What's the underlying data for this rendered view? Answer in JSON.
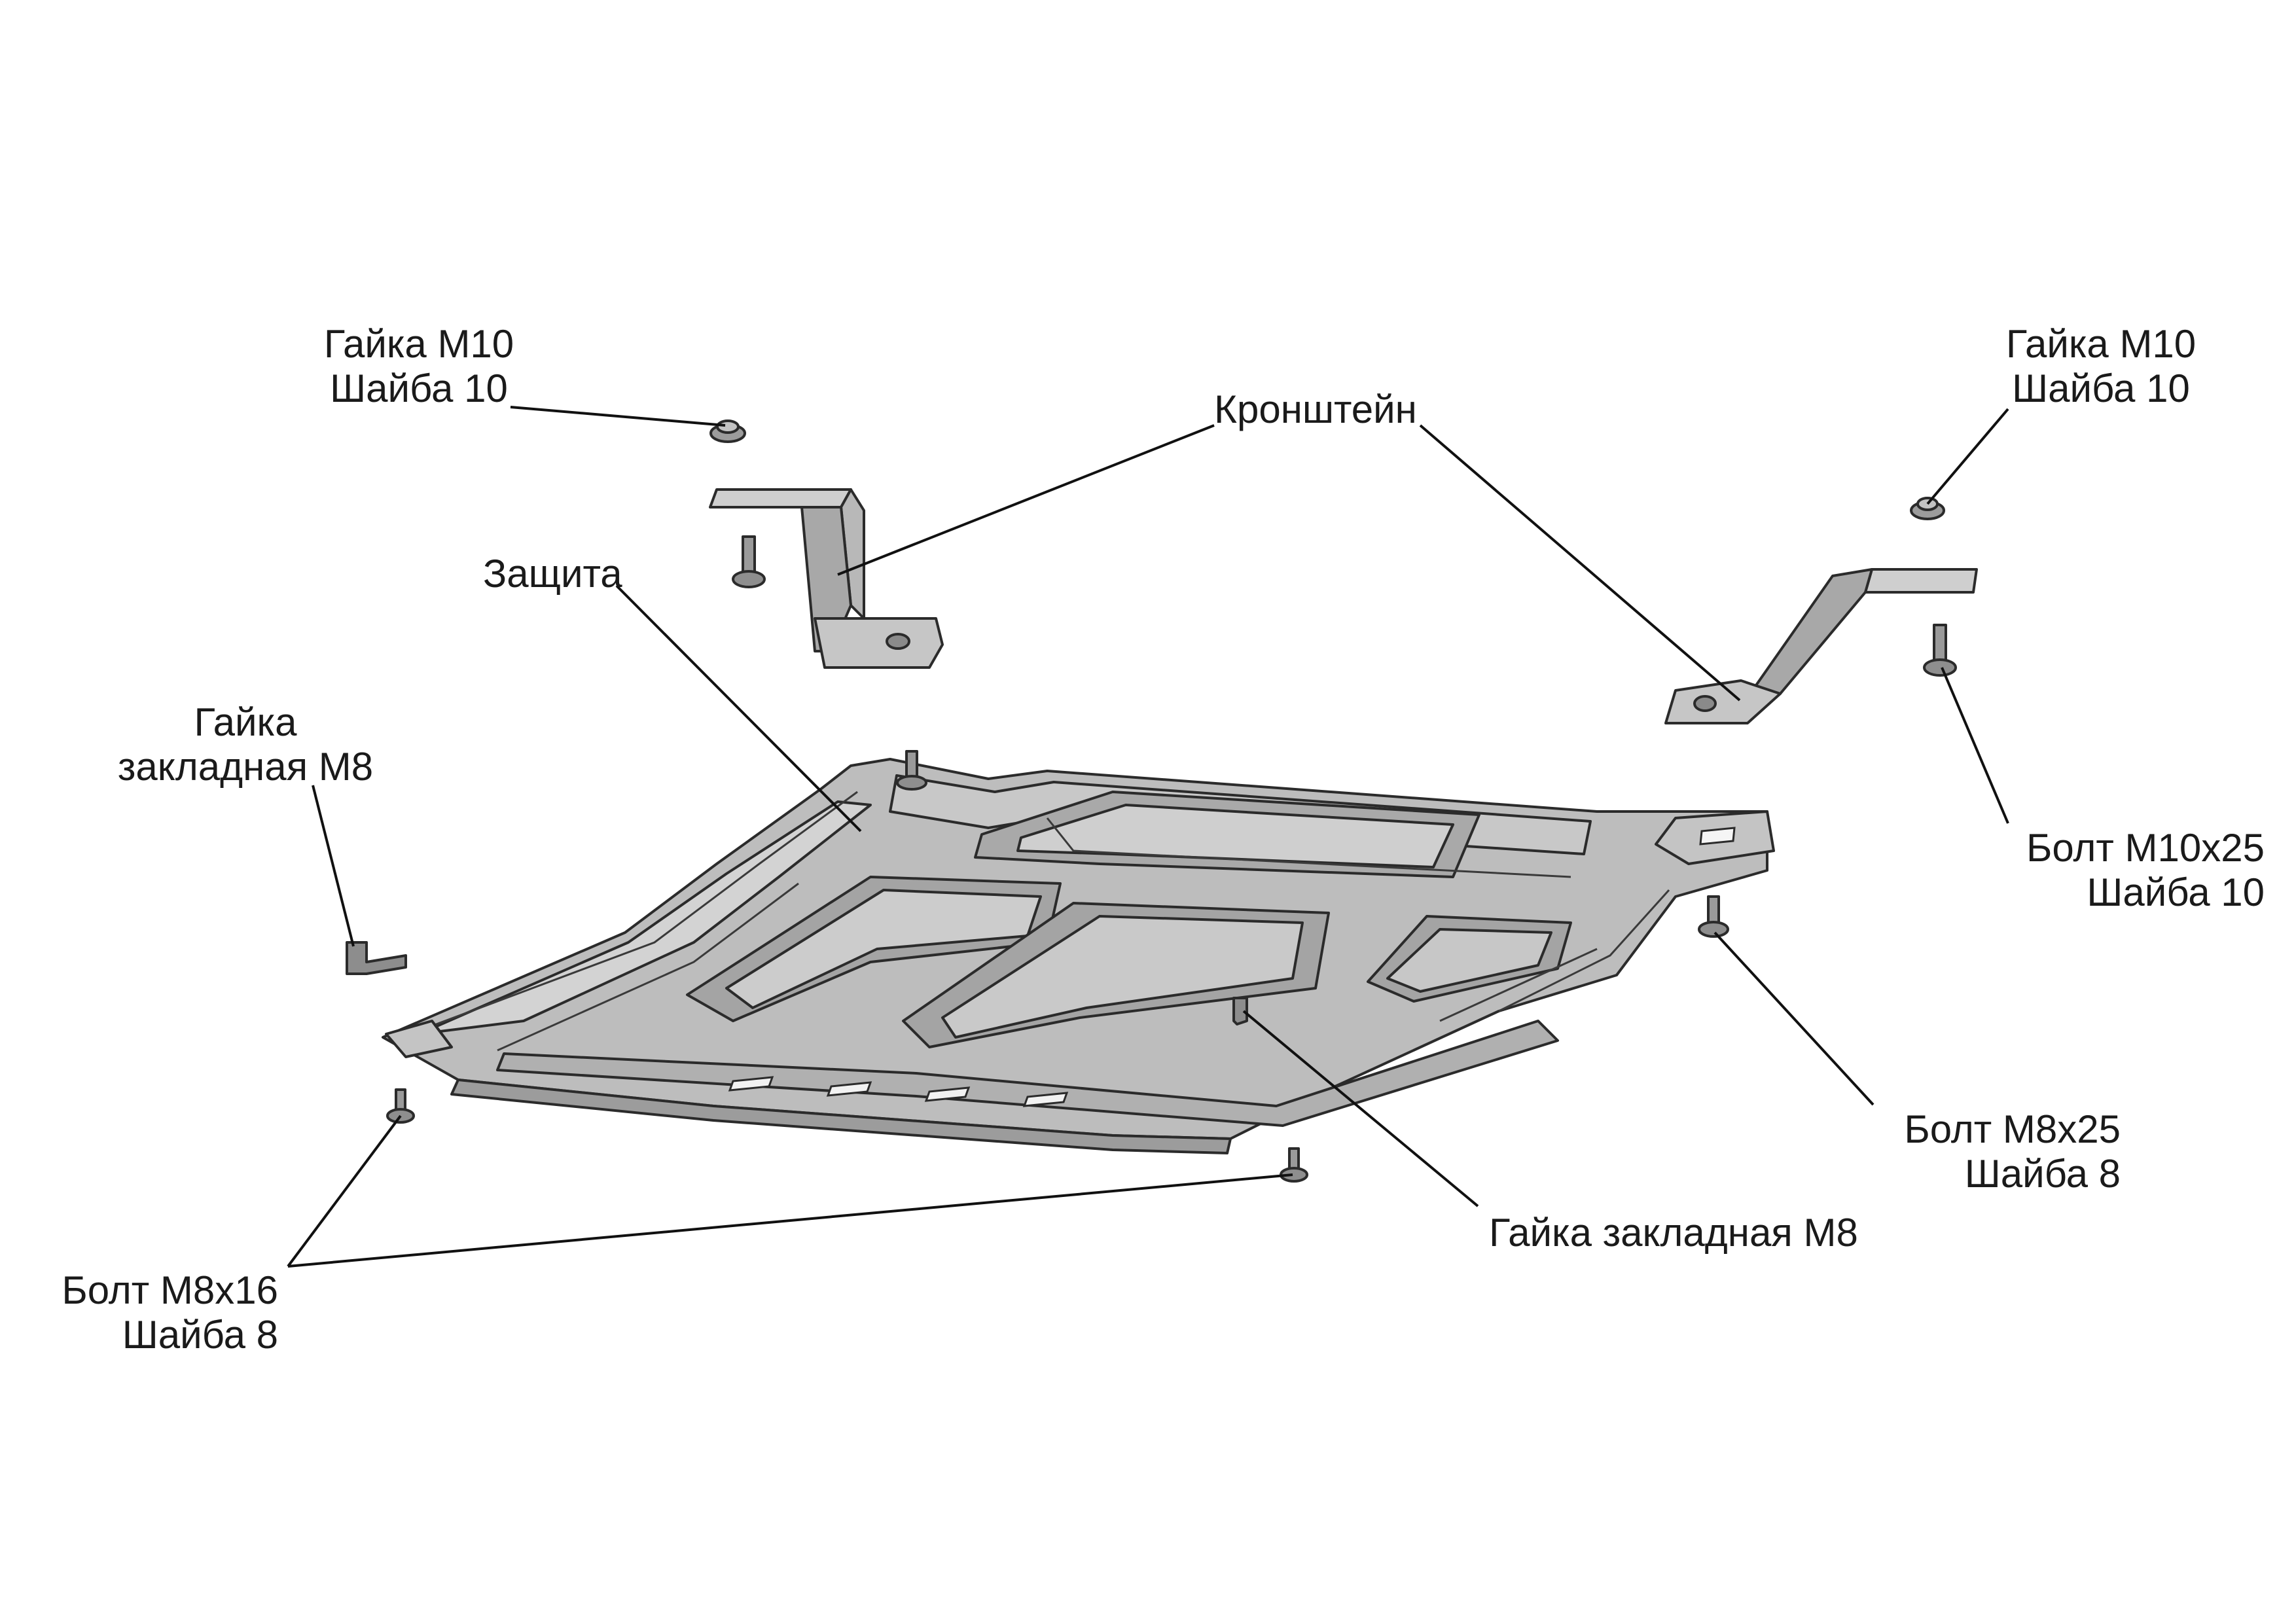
{
  "labels": {
    "nut_m10_left": [
      "Гайка М10",
      "Шайба 10"
    ],
    "nut_m10_right": [
      "Гайка М10",
      "Шайба 10"
    ],
    "bracket": "Кронштейн",
    "guard": "Защита",
    "insert_nut_left": [
      "Гайка",
      "закладная М8"
    ],
    "bolt_m10x25": [
      "Болт М10х25",
      "Шайба 10"
    ],
    "bolt_m8x25": [
      "Болт М8х25",
      "Шайба 8"
    ],
    "insert_nut_center": "Гайка закладная М8",
    "bolt_m8x16": [
      "Болт М8х16",
      "Шайба 8"
    ]
  },
  "colors": {
    "part_fill": "#b9b9b9",
    "part_dark": "#8c8c8c",
    "part_light": "#d6d6d6",
    "leader": "#111111"
  }
}
